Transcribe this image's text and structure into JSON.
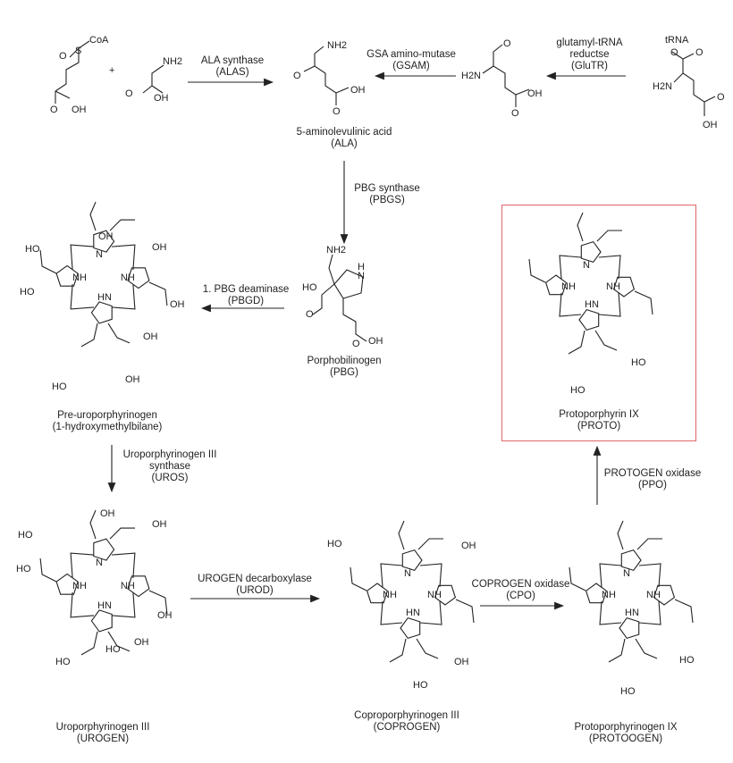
{
  "enzymes": {
    "alas": {
      "line1": "ALA synthase",
      "line2": "(ALAS)"
    },
    "gsam": {
      "line1": "GSA amino-mutase",
      "line2": "(GSAM)"
    },
    "glutr": {
      "line1": "glutamyl-tRNA",
      "line2": "reductse",
      "line3": "(GluTR)"
    },
    "pbgs": {
      "line1": "PBG synthase",
      "line2": "(PBGS)"
    },
    "pbgd": {
      "line1": "1. PBG deaminase",
      "line2": "(PBGD)"
    },
    "uros": {
      "line1": "Uroporphyrinogen III",
      "line2": "synthase",
      "line3": "(UROS)"
    },
    "urod": {
      "line1": "UROGEN decarboxylase",
      "line2": "(UROD)"
    },
    "cpo": {
      "line1": "COPROGEN oxidase",
      "line2": "(CPO)"
    },
    "ppo": {
      "line1": "PROTOGEN oxidase",
      "line2": "(PPO)"
    }
  },
  "compounds": {
    "ala": {
      "line1": "5-aminolevulinic acid",
      "line2": "(ALA)"
    },
    "pbg": {
      "line1": "Porphobilinogen",
      "line2": "(PBG)"
    },
    "preuro": {
      "line1": "Pre-uroporphyrinogen",
      "line2": "(1-hydroxymethylbilane)"
    },
    "urogen": {
      "line1": "Uroporphyrinogen III",
      "line2": "(UROGEN)"
    },
    "coprogen": {
      "line1": "Coproporphyrinogen III",
      "line2": "(COPROGEN)"
    },
    "protogen": {
      "line1": "Protoporphyrinogen IX",
      "line2": "(PROTOOGEN)"
    },
    "proto": {
      "line1": "Protoporphyrin IX",
      "line2": "(PROTO)"
    }
  },
  "atoms": {
    "coa": "CoA",
    "s": "S",
    "o": "O",
    "oh": "OH",
    "ho": "HO",
    "nh2": "NH2",
    "h2n": "H2N",
    "nh": "NH",
    "hn": "HN",
    "n": "N",
    "h": "H",
    "trna": "tRNA",
    "plus": "+"
  },
  "highlight_color": "#e06666"
}
